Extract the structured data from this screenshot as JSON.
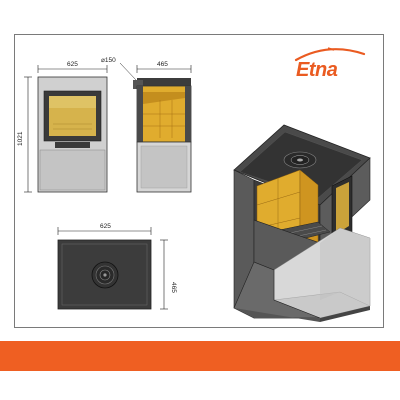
{
  "brand": {
    "name": "Etna",
    "color": "#ea5b21"
  },
  "footer": {
    "color": "#ef5f22"
  },
  "front_view": {
    "width_label": "625",
    "height_label": "1021"
  },
  "side_view": {
    "depth_label": "465",
    "flue_label": "⌀150"
  },
  "top_view": {
    "width_label": "625",
    "depth_label": "465"
  },
  "colors": {
    "casing": "#c8c8c8",
    "casing_dark": "#5a5a5a",
    "top_plate": "#3c3c3c",
    "firebrick": "#e0ac2e",
    "firebrick_dark": "#b07a14",
    "glass": "#d4b24a",
    "outline": "#222222"
  }
}
